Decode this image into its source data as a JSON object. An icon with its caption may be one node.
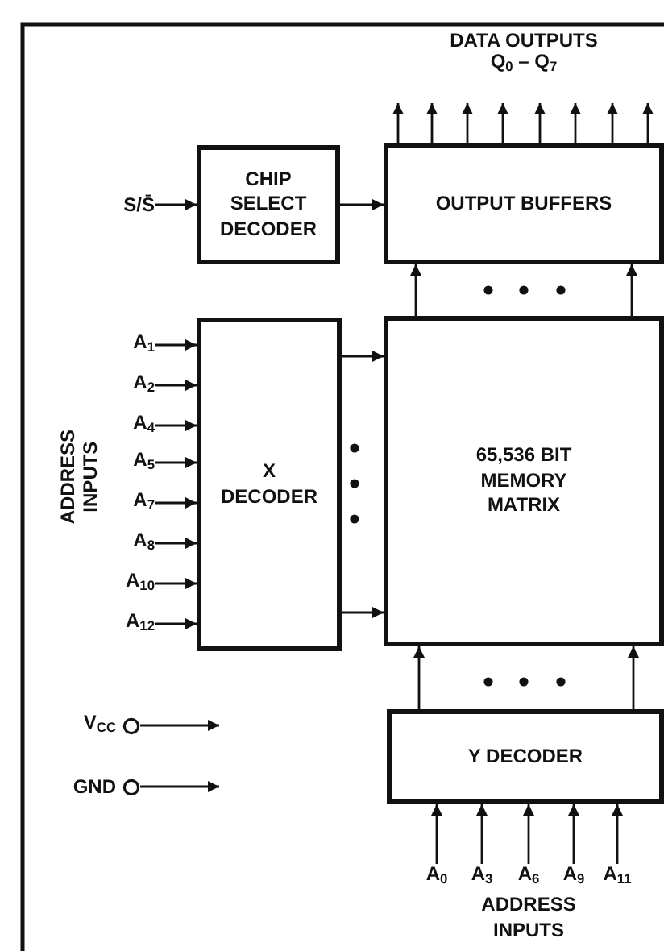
{
  "diagram": {
    "nodes": [
      {
        "text": [
          "CHIP SELECT DECODER"
        ]
      },
      {
        "text": [
          "OUTPUT BUFFERS"
        ]
      },
      {
        "text": [
          "X DECODER"
        ]
      },
      {
        "text": [
          "65,536 BIT MEMORY MATRIX"
        ]
      },
      {
        "text": [
          "Y DECODER"
        ]
      },
      {
        "text": [
          "S/S̄"
        ]
      },
      {
        "text": [
          "A$_{1}$"
        ]
      },
      {
        "text": [
          "A$_{2}$"
        ]
      },
      {
        "text": [
          "A$_{4}$"
        ]
      },
      {
        "text": [
          "A$_{5}$"
        ]
      },
      {
        "text": [
          "A$_{7}$"
        ]
      },
      {
        "text": [
          "A$_{8}$"
        ]
      },
      {
        "text": [
          "A$_{10}$"
        ]
      },
      {
        "text": [
          "A$_{12}$"
        ]
      },
      {
        "text": [
          "A$_{0}$"
        ]
      },
      {
        "text": [
          "A$_{3}$"
        ]
      },
      {
        "text": [
          "A$_{6}$"
        ]
      },
      {
        "text": [
          "A$_{9}$"
        ]
      },
      {
        "text": [
          "A$_{11}$"
        ]
      },
      {
        "text": [
          "V$_{CC}$"
        ]
      },
      {
        "text": [
          "GND"
        ]
      }
    ],
    "edges": [
      {
        "from": 5,
        "to": 0,
        "arrow": "to"
      },
      {
        "from": 0,
        "to": 1,
        "arrow": "to"
      },
      {
        "from": 6,
        "to": 2,
        "arrow": "to"
      },
      {
        "from": 7,
        "to": 2,
        "arrow": "to"
      },
      {
        "from": 8,
        "to": 2,
        "arrow": "to"
      },
      {
        "from": 9,
        "to": 2,
        "arrow": "to"
      },
      {
        "from": 10,
        "to": 2,
        "arrow": "to"
      },
      {
        "from": 11,
        "to": 2,
        "arrow": "to"
      },
      {
        "from": 12,
        "to": 2,
        "arrow": "to"
      },
      {
        "from": 13,
        "to": 2,
        "arrow": "to"
      },
      {
        "from": 2,
        "to": 3,
        "arrow": "to"
      },
      {
        "from": 2,
        "to": 3,
        "arrow": "to"
      },
      {
        "from": 3,
        "to": 1,
        "arrow": "to"
      },
      {
        "from": 3,
        "to": 1,
        "arrow": "to"
      },
      {
        "from": 4,
        "to": 3,
        "arrow": "to"
      },
      {
        "from": 4,
        "to": 3,
        "arrow": "to"
      },
      {
        "from": 14,
        "to": 4,
        "arrow": "to"
      },
      {
        "from": 15,
        "to": 4,
        "arrow": "to"
      },
      {
        "from": 16,
        "to": 4,
        "arrow": "to"
      },
      {
        "from": 17,
        "to": 4,
        "arrow": "to"
      },
      {
        "from": 18,
        "to": 4,
        "arrow": "to"
      },
      {
        "from": 19,
        "to": null,
        "arrow": "to"
      },
      {
        "from": 20,
        "to": null,
        "arrow": "to"
      },
      {
        "from": 1,
        "to": null,
        "arrow": "to"
      },
      {
        "from": 1,
        "to": null,
        "arrow": "to"
      },
      {
        "from": 1,
        "to": null,
        "arrow": "to"
      },
      {
        "from": 1,
        "to": null,
        "arrow": "to"
      },
      {
        "from": 1,
        "to": null,
        "arrow": "to"
      },
      {
        "from": 1,
        "to": null,
        "arrow": "to"
      },
      {
        "from": 1,
        "to": null,
        "arrow": "to"
      },
      {
        "from": 1,
        "to": null,
        "arrow": "to"
      }
    ],
    "labels": [
      "DATA OUTPUTS",
      "Q$_{0}$ – Q$_{7}$",
      "ADDRESS INPUTS",
      "ADDRESS INPUTS"
    ]
  }
}
